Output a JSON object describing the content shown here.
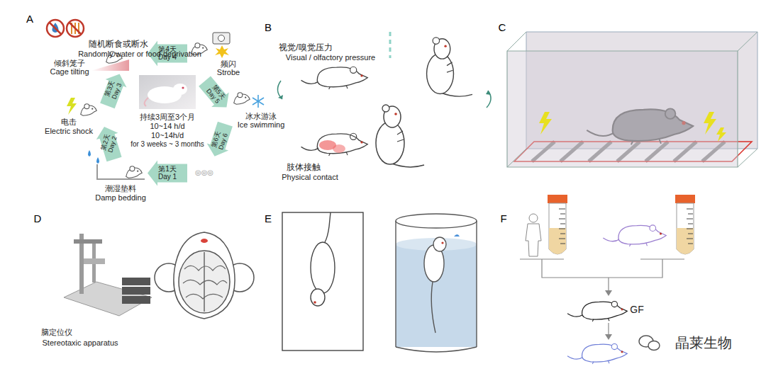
{
  "diagram": {
    "labels": [
      "A",
      "随机断食或断水",
      "Randomly water or food deprivation",
      "倾斜笼子",
      "Cage tilting",
      "第4天",
      "Day 4",
      "频闪",
      "Strobe",
      "第5天",
      "Day 5",
      "冰水游泳",
      "Ice swimming",
      "第6天",
      "Day 6",
      "◎◎◎",
      "第1天",
      "Day 1",
      "潮湿垫料",
      "Damp bedding",
      "第2天",
      "Day 2",
      "电击",
      "Electric shock",
      "第3天",
      "Day 3",
      "持续3周至3个月",
      "10~14 h/d",
      "10~14h/d",
      "for 3 weeks ~ 3 months",
      "B",
      "视觉/嗅觉压力",
      "Visual / olfactory pressure",
      "肢体接触",
      "Physical contact",
      "C",
      "D",
      "脑定位仪",
      "Stereotaxic apparatus",
      "E",
      "F",
      "GF",
      "晶莱生物"
    ]
  }
}
